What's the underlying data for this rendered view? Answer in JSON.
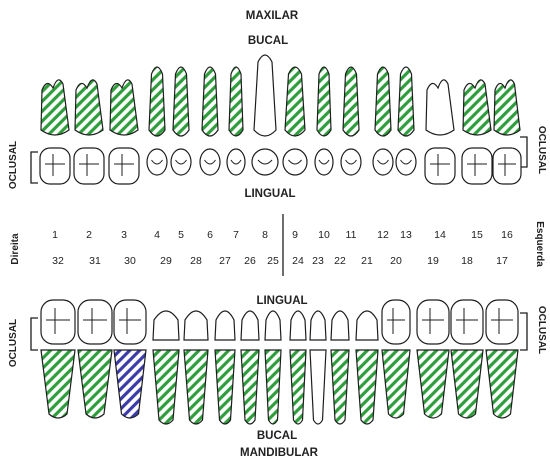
{
  "header": {
    "upper": "MAXILAR",
    "lower": "MANDIBULAR"
  },
  "surfaces": {
    "upper_bucal": "BUCAL",
    "upper_lingual": "LINGUAL",
    "lower_lingual": "LINGUAL",
    "lower_bucal": "BUCAL",
    "oclusal": "OCLUSAL"
  },
  "sides": {
    "right": "Direita",
    "left": "Esquerda"
  },
  "colors": {
    "outline": "#1e1e1e",
    "hatch_green": "#2e9e3c",
    "hatch_blue": "#3a3aa8",
    "background": "#ffffff"
  },
  "upper_teeth": [
    {
      "number": "1",
      "hatch": "green"
    },
    {
      "number": "2",
      "hatch": "green"
    },
    {
      "number": "3",
      "hatch": "green"
    },
    {
      "number": "4",
      "hatch": "green"
    },
    {
      "number": "5",
      "hatch": "green"
    },
    {
      "number": "6",
      "hatch": "green"
    },
    {
      "number": "7",
      "hatch": "green"
    },
    {
      "number": "8",
      "hatch": "none"
    },
    {
      "number": "9",
      "hatch": "green"
    },
    {
      "number": "10",
      "hatch": "green"
    },
    {
      "number": "11",
      "hatch": "green"
    },
    {
      "number": "12",
      "hatch": "green"
    },
    {
      "number": "13",
      "hatch": "green"
    },
    {
      "number": "14",
      "hatch": "none"
    },
    {
      "number": "15",
      "hatch": "green"
    },
    {
      "number": "16",
      "hatch": "green"
    }
  ],
  "lower_teeth": [
    {
      "number": "32",
      "hatch": "green"
    },
    {
      "number": "31",
      "hatch": "green"
    },
    {
      "number": "30",
      "hatch": "blue"
    },
    {
      "number": "29",
      "hatch": "green"
    },
    {
      "number": "28",
      "hatch": "green"
    },
    {
      "number": "27",
      "hatch": "green"
    },
    {
      "number": "26",
      "hatch": "green"
    },
    {
      "number": "25",
      "hatch": "green"
    },
    {
      "number": "24",
      "hatch": "green"
    },
    {
      "number": "23",
      "hatch": "none"
    },
    {
      "number": "22",
      "hatch": "green"
    },
    {
      "number": "21",
      "hatch": "green"
    },
    {
      "number": "20",
      "hatch": "green"
    },
    {
      "number": "19",
      "hatch": "green"
    },
    {
      "number": "18",
      "hatch": "green"
    },
    {
      "number": "17",
      "hatch": "green"
    }
  ]
}
